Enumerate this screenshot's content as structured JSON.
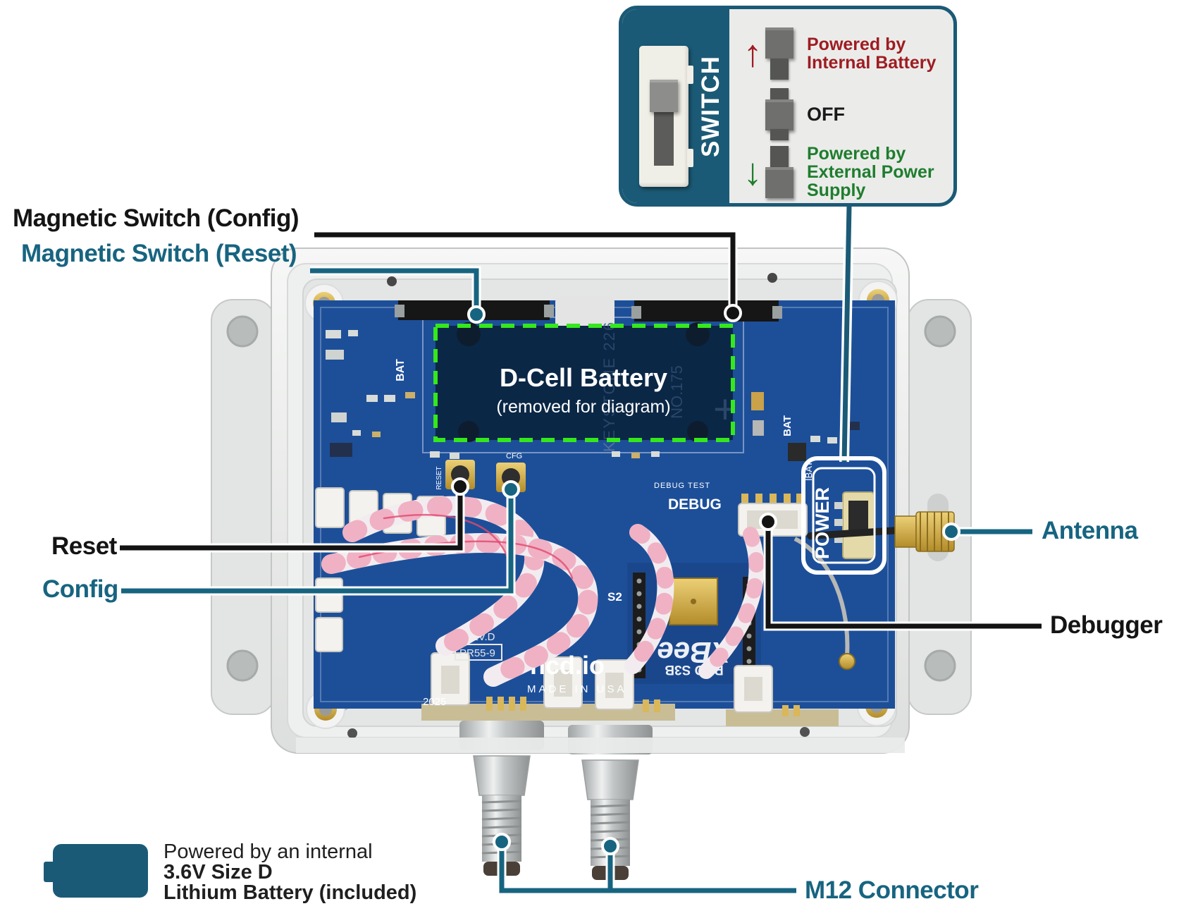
{
  "colors": {
    "teal_label": "#176480",
    "panel_teal": "#1b5a76",
    "dark_red": "#9e1c22",
    "green": "#1f7d2e",
    "black": "#141414",
    "pcb_blue": "#1d4f99",
    "battery_dashed_green": "#35e81c"
  },
  "inset": {
    "title": "SWITCH",
    "up": {
      "arrow": "↑",
      "line1": "Powered by",
      "line2": "Internal Battery"
    },
    "off": {
      "line1": "OFF"
    },
    "down": {
      "arrow": "↓",
      "line1": "Powered by",
      "line2": "External Power",
      "line3": "Supply"
    }
  },
  "labels": {
    "magnetic_config": "Magnetic Switch (Config)",
    "magnetic_reset": "Magnetic Switch (Reset)",
    "reset": "Reset",
    "config": "Config",
    "antenna": "Antenna",
    "debugger": "Debugger",
    "m12": "M12 Connector"
  },
  "battery_note": {
    "line1": "Powered by an internal",
    "line2": "3.6V Size D",
    "line3": "Lithium Battery (included)"
  },
  "pcb": {
    "battery_title": "D-Cell Battery",
    "battery_subtitle": "(removed for diagram)",
    "brand": "ncd.io",
    "made_in": "MADE IN USA",
    "rev": "REV.D",
    "part": "PR55-9",
    "year": "2025",
    "debug": "DEBUG",
    "debug_test": "DEBUG TEST",
    "power": "POWER",
    "bat_left": "BAT",
    "bat_right": "BAT",
    "ibat": "IBAT",
    "s2": "S2",
    "reset_silk": "RESET",
    "cfg_silk": "CFG",
    "keystone": "KEYSTONE 226",
    "no175": "NO.175",
    "plus": "+",
    "xbee_brand": "XBee",
    "xbee_model": "PRO S3B"
  }
}
